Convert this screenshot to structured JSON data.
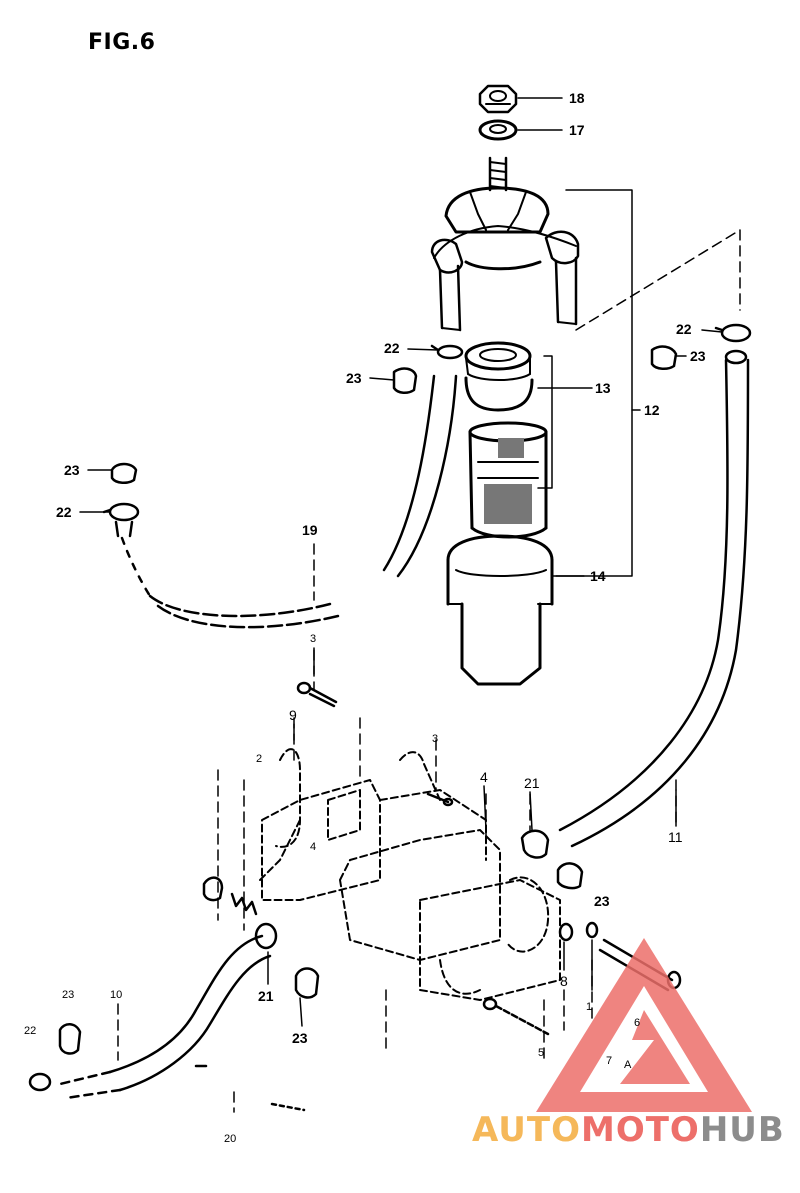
{
  "figure": {
    "title": "FIG.6"
  },
  "part_labels": {
    "p18": "18",
    "p17": "17",
    "p13": "13",
    "p12": "12",
    "p14": "14",
    "p22a": "22",
    "p23a": "23",
    "p22b": "22",
    "p23b": "23",
    "p23c": "23",
    "p22c": "22",
    "p19": "19",
    "p3a": "3",
    "p9": "9",
    "p2": "2",
    "p3b": "3",
    "p4a": "4",
    "p4b": "4",
    "p21a": "21",
    "p11": "11",
    "p23d": "23",
    "p8": "8",
    "p7": "7",
    "p6": "6",
    "p5": "5",
    "p1": "1",
    "pA": "A",
    "p21b": "21",
    "p23e": "23",
    "p23f": "23",
    "p10": "10",
    "p22d": "22",
    "p20": "20"
  },
  "watermark": {
    "part1": "AUTO",
    "part2": "MOTO",
    "part3": "HUB",
    "triangle_color": "#ed6f6a"
  }
}
